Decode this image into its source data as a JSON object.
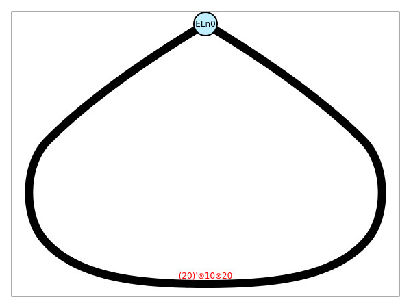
{
  "diagram": {
    "nodes": [
      {
        "id": "ELn0",
        "label": "ELn0",
        "fill": "#bfefff",
        "stroke": "#000000"
      }
    ],
    "edges": [
      {
        "from": "ELn0",
        "to": "ELn0",
        "label": "(20)'⊗10⊗20",
        "stroke": "#000000",
        "label_color": "#ff0000"
      }
    ],
    "frame_color": "#555555"
  }
}
